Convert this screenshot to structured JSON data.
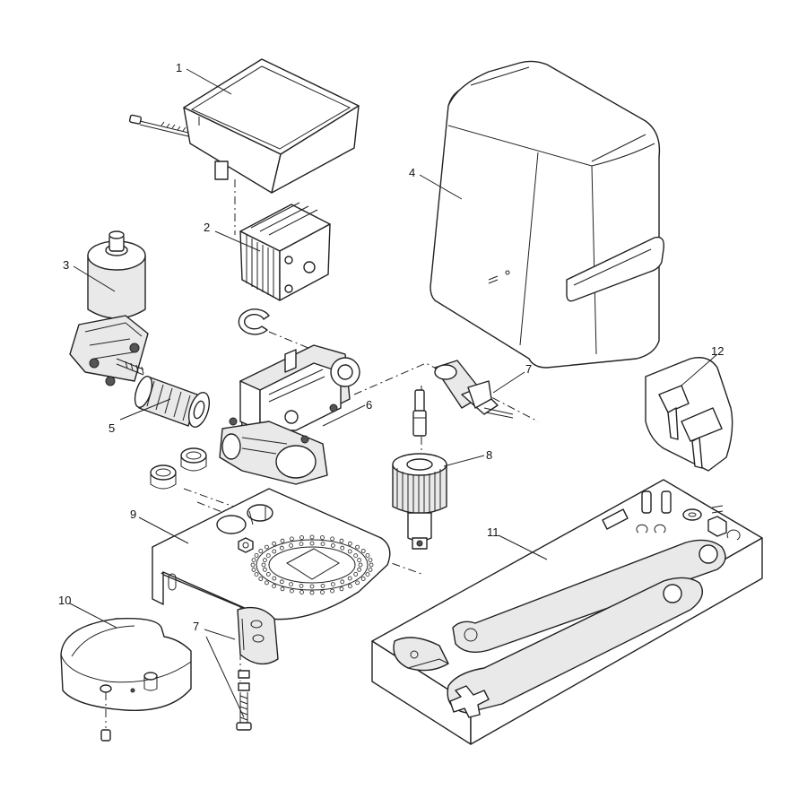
{
  "labels": {
    "p1": "1",
    "p2": "2",
    "p3": "3",
    "p4": "4",
    "p5": "5",
    "p6": "6",
    "p7a": "7",
    "p7b": "7",
    "p8": "8",
    "p9": "9",
    "p10": "10",
    "p11": "11",
    "p12": "12"
  }
}
